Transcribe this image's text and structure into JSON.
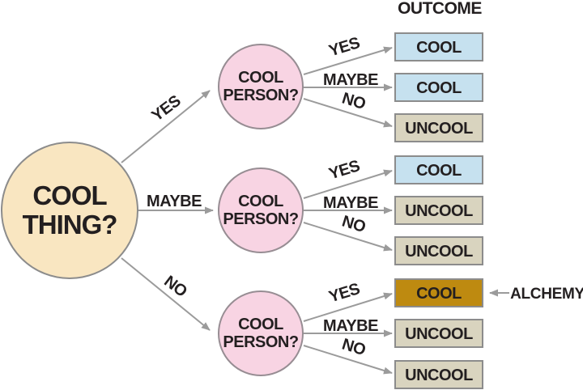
{
  "header": {
    "outcome": "OUTCOME"
  },
  "root_node": {
    "line1": "COOL",
    "line2": "THING?"
  },
  "decider_nodes": [
    {
      "line1": "COOL",
      "line2": "PERSON?"
    },
    {
      "line1": "COOL",
      "line2": "PERSON?"
    },
    {
      "line1": "COOL",
      "line2": "PERSON?"
    }
  ],
  "branch_labels": {
    "yes": "YES",
    "maybe": "MAYBE",
    "no": "NO"
  },
  "outcomes": [
    {
      "label": "COOL",
      "kind": "cool"
    },
    {
      "label": "COOL",
      "kind": "cool"
    },
    {
      "label": "UNCOOL",
      "kind": "uncool"
    },
    {
      "label": "COOL",
      "kind": "cool"
    },
    {
      "label": "UNCOOL",
      "kind": "uncool"
    },
    {
      "label": "UNCOOL",
      "kind": "uncool"
    },
    {
      "label": "COOL",
      "kind": "alchemy"
    },
    {
      "label": "UNCOOL",
      "kind": "uncool"
    },
    {
      "label": "UNCOOL",
      "kind": "uncool"
    }
  ],
  "annotation": {
    "label": "ALCHEMY"
  },
  "colors": {
    "root_fill": "#F9E6C1",
    "decider_fill": "#F8D4E3",
    "cool_fill": "#C6E1EF",
    "uncool_fill": "#D9D4BF",
    "alchemy_fill": "#BE8A10",
    "arrow": "#9B9B9B",
    "node_stroke": "#8C8C8C",
    "text": "#231F20"
  }
}
